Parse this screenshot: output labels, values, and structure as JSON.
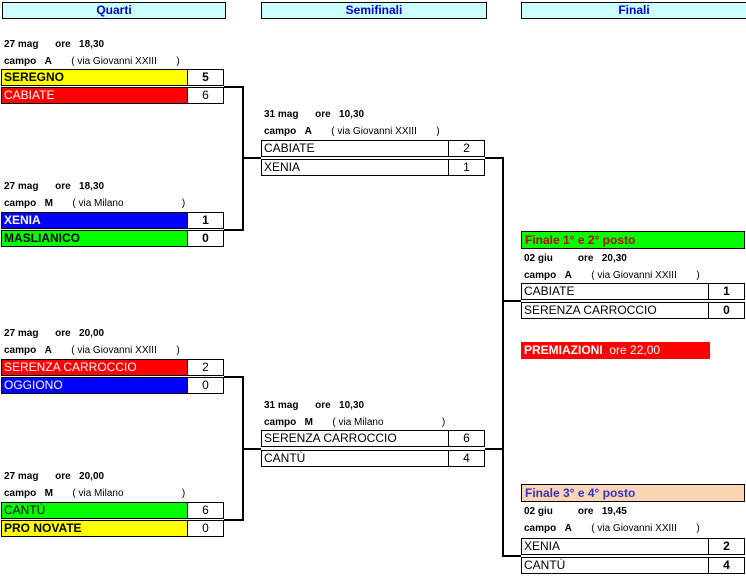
{
  "headers": {
    "quarti": "Quarti",
    "semifinali": "Semifinali",
    "finali": "Finali"
  },
  "matches": {
    "q1": {
      "date": "27 mag",
      "ore": "ore",
      "time": "18,30",
      "campo": "campo",
      "field": "A",
      "place": "( via Giovanni XXIII",
      "close": ")",
      "team1": "SEREGNO",
      "score1": "5",
      "team2": "CABIATE",
      "score2": "6"
    },
    "q2": {
      "date": "27 mag",
      "ore": "ore",
      "time": "18,30",
      "campo": "campo",
      "field": "M",
      "place": "( via Milano",
      "close": ")",
      "team1": "XENIA",
      "score1": "1",
      "team2": "MASLIANICO",
      "score2": "0"
    },
    "q3": {
      "date": "27 mag",
      "ore": "ore",
      "time": "20,00",
      "campo": "campo",
      "field": "A",
      "place": "( via Giovanni XXIII",
      "close": ")",
      "team1": "SERENZA CARROCCIO",
      "score1": "2",
      "team2": "OGGIONO",
      "score2": "0"
    },
    "q4": {
      "date": "27 mag",
      "ore": "ore",
      "time": "20,00",
      "campo": "campo",
      "field": "M",
      "place": "( via Milano",
      "close": ")",
      "team1": "CANTÙ",
      "score1": "6",
      "team2": "PRO NOVATE",
      "score2": "0"
    },
    "s1": {
      "date": "31 mag",
      "ore": "ore",
      "time": "10,30",
      "campo": "campo",
      "field": "A",
      "place": "( via Giovanni XXIII",
      "close": ")",
      "team1": "CABIATE",
      "score1": "2",
      "team2": "XENIA",
      "score2": "1"
    },
    "s2": {
      "date": "31 mag",
      "ore": "ore",
      "time": "10,30",
      "campo": "campo",
      "field": "M",
      "place": "( via Milano",
      "close": ")",
      "team1": "SERENZA CARROCCIO",
      "score1": "6",
      "team2": "CANTÙ",
      "score2": "4"
    },
    "f1": {
      "title": "Finale 1° e 2° posto",
      "date": "02 giu",
      "ore": "ore",
      "time": "20,30",
      "campo": "campo",
      "field": "A",
      "place": "( via Giovanni XXIII",
      "close": ")",
      "team1": "CABIATE",
      "score1": "1",
      "team2": "SERENZA CARROCCIO",
      "score2": "0"
    },
    "f3": {
      "title": "Finale 3° e 4° posto",
      "date": "02 giu",
      "ore": "ore",
      "time": "19,45",
      "campo": "campo",
      "field": "A",
      "place": "( via Giovanni XXIII",
      "close": ")",
      "team1": "XENIA",
      "score1": "2",
      "team2": "CANTÙ",
      "score2": "4"
    }
  },
  "premiazioni": {
    "label": "PREMIAZIONI",
    "time": "ore 22,00"
  },
  "colors": {
    "yellow": "#ffff00",
    "red": "#ff0000",
    "blue": "#0000ff",
    "green": "#00ff00",
    "peach": "#fcd5b4",
    "header": "#ccffff"
  }
}
